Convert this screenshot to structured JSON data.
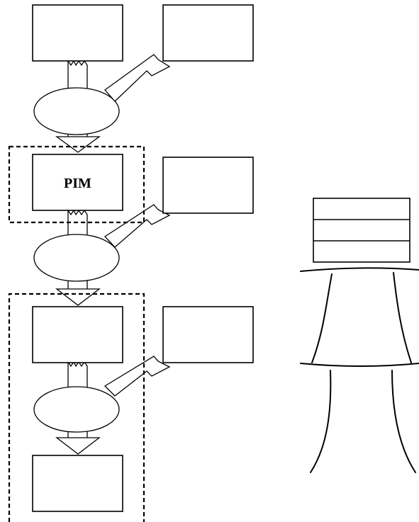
{
  "diagram": {
    "boxes": [
      {
        "id": "box-1",
        "label": ""
      },
      {
        "id": "box-2",
        "label": ""
      },
      {
        "id": "box-pim",
        "label": "PIM"
      },
      {
        "id": "box-4",
        "label": ""
      },
      {
        "id": "box-5",
        "label": ""
      },
      {
        "id": "box-6",
        "label": ""
      },
      {
        "id": "box-7",
        "label": ""
      }
    ],
    "table_rows": 3
  }
}
